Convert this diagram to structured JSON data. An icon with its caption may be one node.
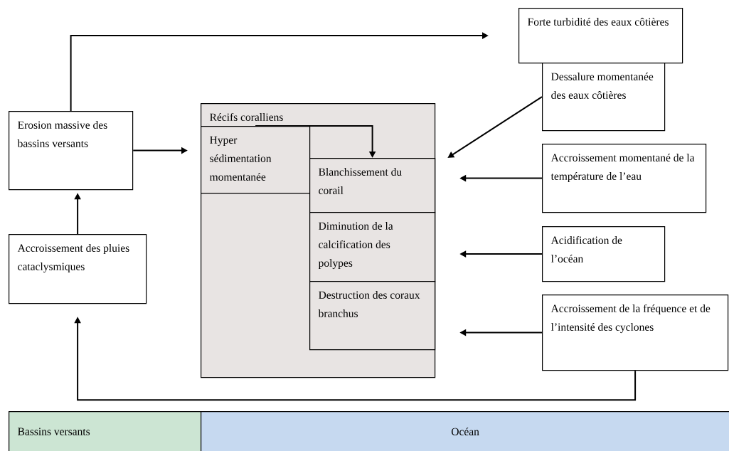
{
  "diagram": {
    "nodes": [
      {
        "text": [
          "Erosion massive des bassins versants"
        ]
      },
      {
        "text": [
          "Forte turbidité des eaux côtières"
        ]
      },
      {
        "text": [
          "Dessalure momentanée des eaux côtières"
        ]
      },
      {
        "text": [
          "Récifs coralliens"
        ]
      },
      {
        "text": [
          "Hyper sédimentation momentanée"
        ],
        "in": 3
      },
      {
        "text": [
          "Blanchissement du corail"
        ],
        "in": 3
      },
      {
        "text": [
          "Diminution de la calcification des polypes"
        ],
        "in": 3
      },
      {
        "text": [
          "Destruction des coraux branchus"
        ],
        "in": 3
      },
      {
        "text": [
          "Accroissement momentané de la température de l’eau"
        ]
      },
      {
        "text": [
          "Acidification de l’océan"
        ]
      },
      {
        "text": [
          "Accroissement de la fréquence et de l’intensité des cyclones"
        ]
      },
      {
        "text": [
          "Accroissement des pluies cataclysmiques"
        ]
      },
      {
        "text": [
          "Bassins versants"
        ]
      },
      {
        "text": [
          "Océan"
        ]
      }
    ],
    "edges": [
      {
        "from": 0,
        "to": 1,
        "arrow": "to"
      },
      {
        "from": 0,
        "to": 3,
        "arrow": "to"
      },
      {
        "from": 2,
        "to": 3,
        "arrow": "to"
      },
      {
        "from": 8,
        "to": 5,
        "arrow": "to"
      },
      {
        "from": 9,
        "to": 6,
        "arrow": "to"
      },
      {
        "from": 10,
        "to": 7,
        "arrow": "to"
      },
      {
        "from": 11,
        "to": 0,
        "arrow": "to"
      },
      {
        "from": 10,
        "to": 11,
        "arrow": "to"
      },
      {
        "from": 4,
        "to": 5,
        "arrow": "to"
      }
    ]
  }
}
